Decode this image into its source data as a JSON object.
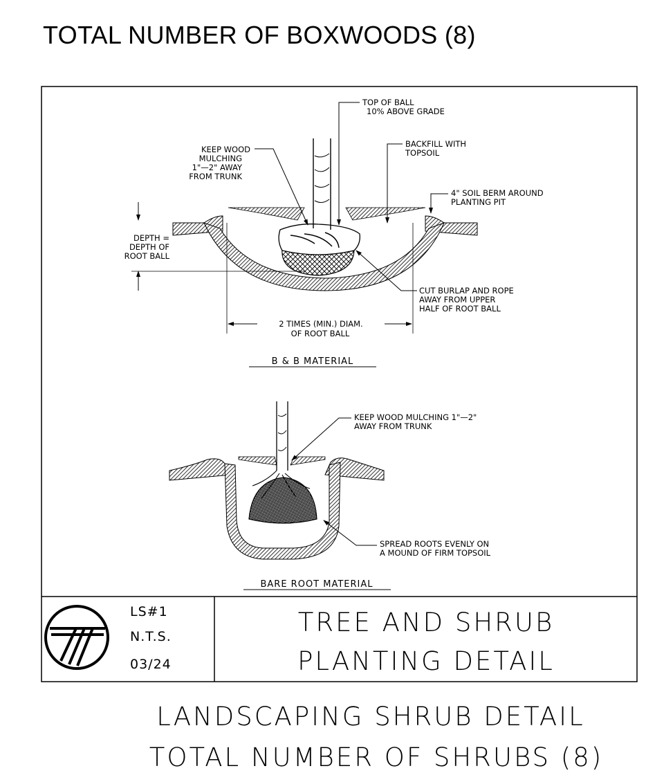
{
  "heading": "TOTAL NUMBER OF BOXWOODS (8)",
  "bb_detail": {
    "top_of_ball": [
      "TOP OF BALL",
      "10% ABOVE GRADE"
    ],
    "keep_mulching": [
      "KEEP WOOD",
      "MULCHING",
      "1\"—2\" AWAY",
      "FROM TRUNK"
    ],
    "backfill": [
      "BACKFILL WITH",
      "TOPSOIL"
    ],
    "soil_berm": [
      "4\" SOIL BERM AROUND",
      "PLANTING PIT"
    ],
    "depth": [
      "DEPTH =",
      "DEPTH OF",
      "ROOT BALL"
    ],
    "cut_burlap": [
      "CUT BURLAP AND ROPE",
      "AWAY FROM UPPER",
      "HALF OF ROOT BALL"
    ],
    "diameter": [
      "2 TIMES (MIN.) DIAM.",
      "OF ROOT BALL"
    ],
    "label": "B & B MATERIAL"
  },
  "bare_root_detail": {
    "keep_mulching": [
      "KEEP WOOD MULCHING 1\"—2\"",
      "AWAY FROM TRUNK"
    ],
    "spread_roots": [
      "SPREAD ROOTS EVENLY ON",
      "A MOUND OF FIRM TOPSOIL"
    ],
    "label": "BARE ROOT MATERIAL"
  },
  "title_block": {
    "sheet": "LS#1",
    "scale": "N.T.S.",
    "date": "03/24",
    "title_line1": "TREE AND SHRUB",
    "title_line2": "PLANTING DETAIL",
    "logo": "company-logo"
  },
  "footer": {
    "line1": "LANDSCAPING SHRUB DETAIL",
    "line2": "TOTAL NUMBER OF SHRUBS (8)"
  }
}
